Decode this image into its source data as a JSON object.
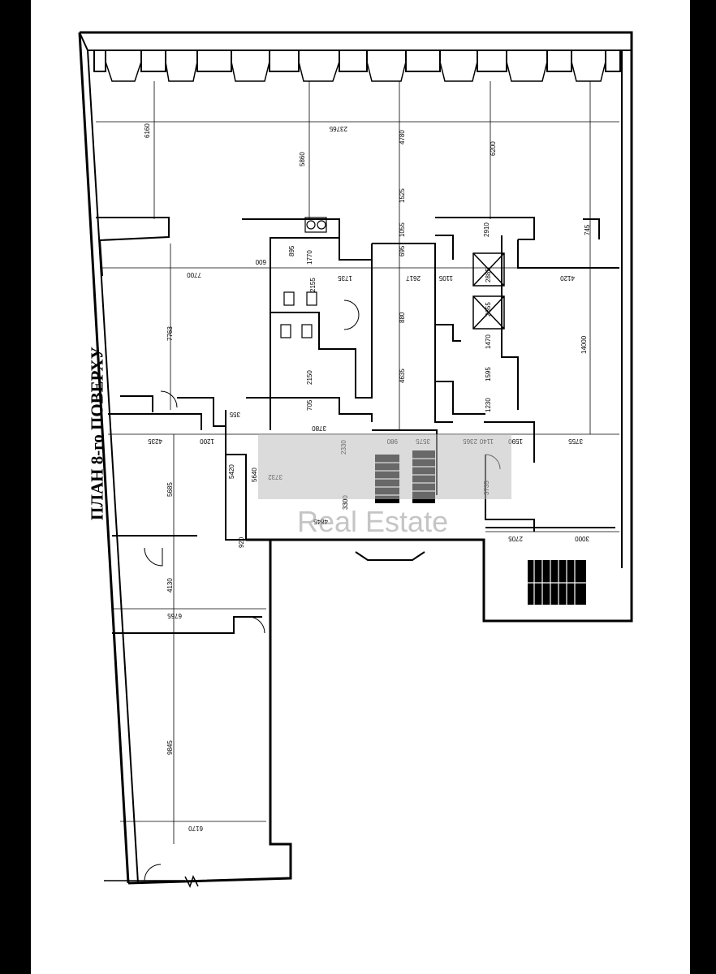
{
  "title": "ПЛАН 8-го ПОВЕРХУ",
  "watermark": {
    "brand": "",
    "sub": "Real Estate"
  },
  "dimensions": {
    "d23765": "23765",
    "d6160": "6160",
    "d5860": "5860",
    "d4780": "4780",
    "d6200": "6200",
    "d1525": "1525",
    "d1055": "1055",
    "d895": "895",
    "d600": "600",
    "d1770": "1770",
    "d695": "695",
    "d2910": "2910",
    "d745": "745",
    "d7700": "7700",
    "d1735": "1735",
    "d2617": "2617",
    "d1105": "1105",
    "d2885": "2885",
    "d4120": "4120",
    "d2155": "2155",
    "d7763": "7763",
    "d2655": "2655",
    "d880": "880",
    "d14000": "14000",
    "d1470": "1470",
    "d2150": "2150",
    "d4635": "4635",
    "d1595": "1595",
    "d1230": "1230",
    "d705": "705",
    "d3780": "3780",
    "d4235": "4235",
    "d1200": "1200",
    "d355": "355",
    "d3575": "3575",
    "d980": "980",
    "d2365": "2365",
    "d1140": "1140",
    "d1590": "1590",
    "d3755": "3755",
    "d5685": "5685",
    "d5420": "5420",
    "d5640": "5640",
    "d3732": "3732",
    "d2330": "2330",
    "d3735": "3735",
    "d3300": "3300",
    "d4845": "4845",
    "d920": "920",
    "d2705": "2705",
    "d3000": "3000",
    "d4130": "4130",
    "d6765": "6765",
    "d9845": "9845",
    "d6170": "6170"
  }
}
